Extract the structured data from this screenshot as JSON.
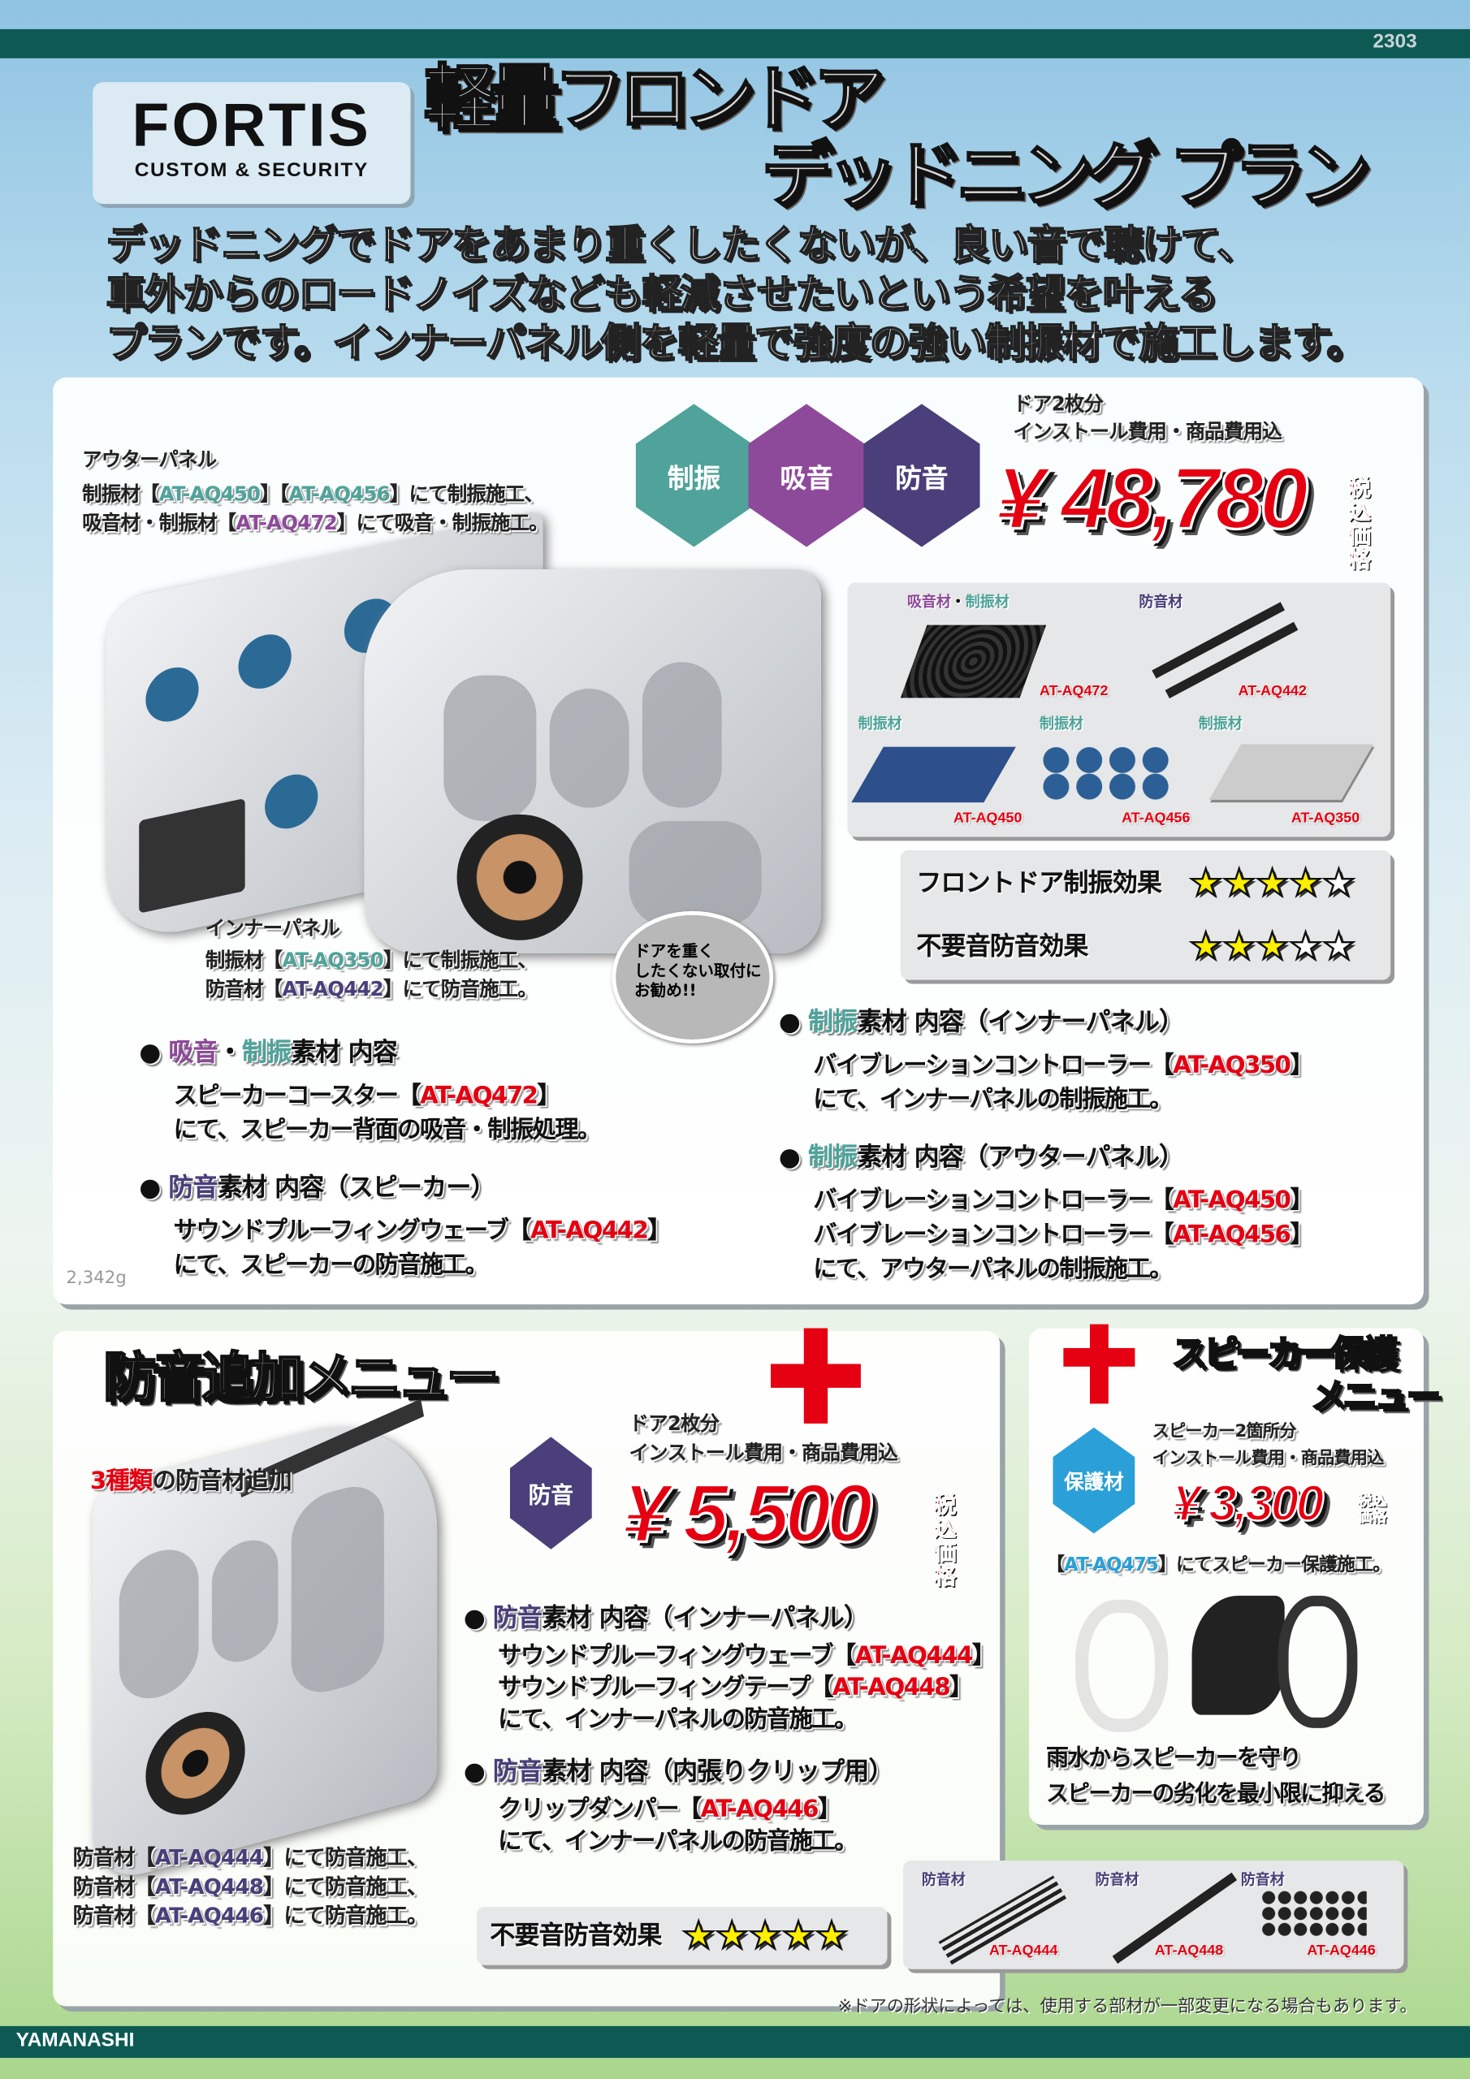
{
  "header": {
    "page_number": "2303",
    "footer_label": "YAMANASHI"
  },
  "logo": {
    "line1": "FORTIS",
    "line2": "CUSTOM & SECURITY"
  },
  "title": {
    "line1": "軽量フロンドア",
    "line2": "デッドニング プラン"
  },
  "intro": [
    "デッドニングでドアをあまり重くしたくないが、良い音で聴けて、",
    "車外からのロードノイズなども軽減させたいという希望を叶える",
    "プランです。インナーパネル側を軽量で強度の強い制振材で施工します。"
  ],
  "colors": {
    "teal": "#4fa39a",
    "purple": "#8e4a9a",
    "navy": "#4a3f7a",
    "red": "#e50012",
    "blue": "#2ba0d8"
  },
  "main_plan": {
    "outer_panel": {
      "title": "アウターパネル",
      "lines": [
        [
          {
            "t": "制振材【"
          },
          {
            "t": "AT-AQ450",
            "c": "teal"
          },
          {
            "t": "】【"
          },
          {
            "t": "AT-AQ456",
            "c": "teal"
          },
          {
            "t": "】にて制振施工、"
          }
        ],
        [
          {
            "t": "吸音材・制振材【"
          },
          {
            "t": "AT-AQ472",
            "c": "purple"
          },
          {
            "t": "】にて吸音・制振施工。"
          }
        ]
      ]
    },
    "inner_panel": {
      "title": "インナーパネル",
      "lines": [
        [
          {
            "t": "制振材【"
          },
          {
            "t": "AT-AQ350",
            "c": "teal"
          },
          {
            "t": "】にて制振施工、"
          }
        ],
        [
          {
            "t": "防音材【"
          },
          {
            "t": "AT-AQ442",
            "c": "navy"
          },
          {
            "t": "】にて防音施工。"
          }
        ]
      ]
    },
    "badges": [
      "制振",
      "吸音",
      "防音"
    ],
    "price_note1": "ドア2枚分",
    "price_note2": "インストール費用・商品費用込",
    "price": "¥ 48,780",
    "tax": "税込価格",
    "materials": [
      {
        "label": [
          {
            "t": "吸音材",
            "c": "purple"
          },
          {
            "t": "・"
          },
          {
            "t": "制振材",
            "c": "teal"
          }
        ],
        "code": "AT-AQ472"
      },
      {
        "label": [
          {
            "t": "防音材",
            "c": "navy"
          }
        ],
        "code": "AT-AQ442"
      },
      {
        "label": [
          {
            "t": "制振材",
            "c": "teal"
          }
        ],
        "code": "AT-AQ450"
      },
      {
        "label": [
          {
            "t": "制振材",
            "c": "teal"
          }
        ],
        "code": "AT-AQ456"
      },
      {
        "label": [
          {
            "t": "制振材",
            "c": "teal"
          }
        ],
        "code": "AT-AQ350"
      }
    ],
    "ratings": [
      {
        "label": "フロントドア制振効果",
        "stars": 4,
        "max": 5
      },
      {
        "label": "不要音防音効果",
        "stars": 3,
        "max": 5
      }
    ],
    "bubble": [
      "ドアを重く",
      "したくない取付に",
      "お勧め!!"
    ],
    "weight": "2,342g",
    "sections_left": [
      {
        "heading": [
          {
            "t": "吸音",
            "c": "purple"
          },
          {
            "t": "・"
          },
          {
            "t": "制振",
            "c": "teal"
          },
          {
            "t": "素材 内容"
          }
        ],
        "lines": [
          [
            {
              "t": "スピーカーコースター【"
            },
            {
              "t": "AT-AQ472",
              "c": "red"
            },
            {
              "t": "】"
            }
          ],
          [
            {
              "t": "にて、スピーカー背面の吸音・制振処理。"
            }
          ]
        ]
      },
      {
        "heading": [
          {
            "t": "防音",
            "c": "navy"
          },
          {
            "t": "素材 内容（スピーカー）"
          }
        ],
        "lines": [
          [
            {
              "t": "サウンドプルーフィングウェーブ【"
            },
            {
              "t": "AT-AQ442",
              "c": "red"
            },
            {
              "t": "】"
            }
          ],
          [
            {
              "t": "にて、スピーカーの防音施工。"
            }
          ]
        ]
      }
    ],
    "sections_right": [
      {
        "heading": [
          {
            "t": "制振",
            "c": "teal"
          },
          {
            "t": "素材 内容（インナーパネル）"
          }
        ],
        "lines": [
          [
            {
              "t": "バイブレーションコントローラー【"
            },
            {
              "t": "AT-AQ350",
              "c": "red"
            },
            {
              "t": "】"
            }
          ],
          [
            {
              "t": "にて、インナーパネルの制振施工。"
            }
          ]
        ]
      },
      {
        "heading": [
          {
            "t": "制振",
            "c": "teal"
          },
          {
            "t": "素材 内容（アウターパネル）"
          }
        ],
        "lines": [
          [
            {
              "t": "バイブレーションコントローラー【"
            },
            {
              "t": "AT-AQ450",
              "c": "red"
            },
            {
              "t": "】"
            }
          ],
          [
            {
              "t": "バイブレーションコントローラー【"
            },
            {
              "t": "AT-AQ456",
              "c": "red"
            },
            {
              "t": "】"
            }
          ],
          [
            {
              "t": "にて、アウターパネルの制振施工。"
            }
          ]
        ]
      }
    ]
  },
  "soundproof_menu": {
    "title": "防音追加メニュー",
    "subtitle": [
      {
        "t": "3種類",
        "c": "red"
      },
      {
        "t": "の防音材追加"
      }
    ],
    "badge": "防音",
    "price_note1": "ドア2枚分",
    "price_note2": "インストール費用・商品費用込",
    "price": "¥ 5,500",
    "tax": "税込価格",
    "sections": [
      {
        "heading": [
          {
            "t": "防音",
            "c": "navy"
          },
          {
            "t": "素材 内容（インナーパネル）"
          }
        ],
        "lines": [
          [
            {
              "t": "サウンドプルーフィングウェーブ【"
            },
            {
              "t": "AT-AQ444",
              "c": "red"
            },
            {
              "t": "】"
            }
          ],
          [
            {
              "t": "サウンドプルーフィングテープ【"
            },
            {
              "t": "AT-AQ448",
              "c": "red"
            },
            {
              "t": "】"
            }
          ],
          [
            {
              "t": "にて、インナーパネルの防音施工。"
            }
          ]
        ]
      },
      {
        "heading": [
          {
            "t": "防音",
            "c": "navy"
          },
          {
            "t": "素材 内容（内張りクリップ用）"
          }
        ],
        "lines": [
          [
            {
              "t": "クリップダンパー【"
            },
            {
              "t": "AT-AQ446",
              "c": "red"
            },
            {
              "t": "】"
            }
          ],
          [
            {
              "t": "にて、インナーパネルの防音施工。"
            }
          ]
        ]
      }
    ],
    "caption": [
      [
        {
          "t": "防音材【"
        },
        {
          "t": "AT-AQ444",
          "c": "navy"
        },
        {
          "t": "】にて防音施工、"
        }
      ],
      [
        {
          "t": "防音材【"
        },
        {
          "t": "AT-AQ448",
          "c": "navy"
        },
        {
          "t": "】にて防音施工、"
        }
      ],
      [
        {
          "t": "防音材【"
        },
        {
          "t": "AT-AQ446",
          "c": "navy"
        },
        {
          "t": "】にて防音施工。"
        }
      ]
    ],
    "rating": {
      "label": "不要音防音効果",
      "stars": 5,
      "max": 5
    },
    "materials": [
      {
        "label": "防音材",
        "code": "AT-AQ444"
      },
      {
        "label": "防音材",
        "code": "AT-AQ448"
      },
      {
        "label": "防音材",
        "code": "AT-AQ446"
      }
    ]
  },
  "speaker_menu": {
    "title1": "スピーカー保護",
    "title2": "メニュー",
    "badge": "保護材",
    "price_note1": "スピーカー2箇所分",
    "price_note2": "インストール費用・商品費用込",
    "price": "¥ 3,300",
    "tax": "税込価格",
    "note": [
      {
        "t": "【"
      },
      {
        "t": "AT-AQ475",
        "c": "blue"
      },
      {
        "t": "】にてスピーカー保護施工。"
      }
    ],
    "desc": [
      "雨水からスピーカーを守り",
      "スピーカーの劣化を最小限に抑える"
    ]
  },
  "footnote": "※ドアの形状によっては、使用する部材が一部変更になる場合もあります。"
}
